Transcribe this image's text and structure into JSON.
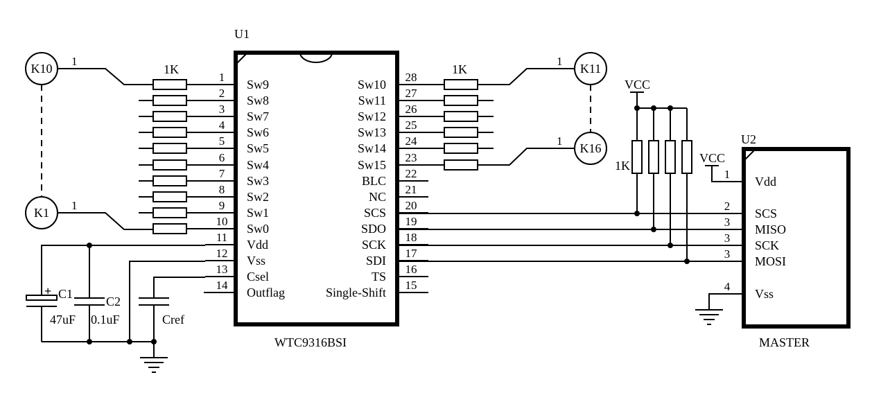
{
  "u1": {
    "ref": "U1",
    "part": "WTC9316BSI",
    "left_pins": [
      {
        "num": "1",
        "name": "Sw9"
      },
      {
        "num": "2",
        "name": "Sw8"
      },
      {
        "num": "3",
        "name": "Sw7"
      },
      {
        "num": "4",
        "name": "Sw6"
      },
      {
        "num": "5",
        "name": "Sw5"
      },
      {
        "num": "6",
        "name": "Sw4"
      },
      {
        "num": "7",
        "name": "Sw3"
      },
      {
        "num": "8",
        "name": "Sw2"
      },
      {
        "num": "9",
        "name": "Sw1"
      },
      {
        "num": "10",
        "name": "Sw0"
      },
      {
        "num": "11",
        "name": "Vdd"
      },
      {
        "num": "12",
        "name": "Vss"
      },
      {
        "num": "13",
        "name": "Csel"
      },
      {
        "num": "14",
        "name": "Outflag"
      }
    ],
    "right_pins": [
      {
        "num": "28",
        "name": "Sw10"
      },
      {
        "num": "27",
        "name": "Sw11"
      },
      {
        "num": "26",
        "name": "Sw12"
      },
      {
        "num": "25",
        "name": "Sw13"
      },
      {
        "num": "24",
        "name": "Sw14"
      },
      {
        "num": "23",
        "name": "Sw15"
      },
      {
        "num": "22",
        "name": "BLC"
      },
      {
        "num": "21",
        "name": "NC"
      },
      {
        "num": "20",
        "name": "SCS"
      },
      {
        "num": "19",
        "name": "SDO"
      },
      {
        "num": "18",
        "name": "SCK"
      },
      {
        "num": "17",
        "name": "SDI"
      },
      {
        "num": "16",
        "name": "TS"
      },
      {
        "num": "15",
        "name": "Single-Shift"
      }
    ]
  },
  "u2": {
    "ref": "U2",
    "part": "MASTER",
    "pins": [
      {
        "num": "1",
        "name": "Vdd"
      },
      {
        "num": "2",
        "name": "SCS"
      },
      {
        "num": "3",
        "name": "MISO"
      },
      {
        "num": "3",
        "name": "SCK"
      },
      {
        "num": "3",
        "name": "MOSI"
      },
      {
        "num": "4",
        "name": "Vss"
      }
    ]
  },
  "keys": {
    "k10": "K10",
    "k1": "K1",
    "k11": "K11",
    "k16": "K16",
    "pin_label": "1"
  },
  "resistors": {
    "left_value": "1K",
    "right_value": "1K",
    "pullup_value": "1K"
  },
  "capacitors": {
    "c1_name": "C1",
    "c1_value": "47uF",
    "c1_polarity": "+",
    "c2_name": "C2",
    "c2_value": "0.1uF",
    "cref_name": "Cref"
  },
  "power": {
    "vcc_pullup": "VCC",
    "vcc_master": "VCC"
  }
}
